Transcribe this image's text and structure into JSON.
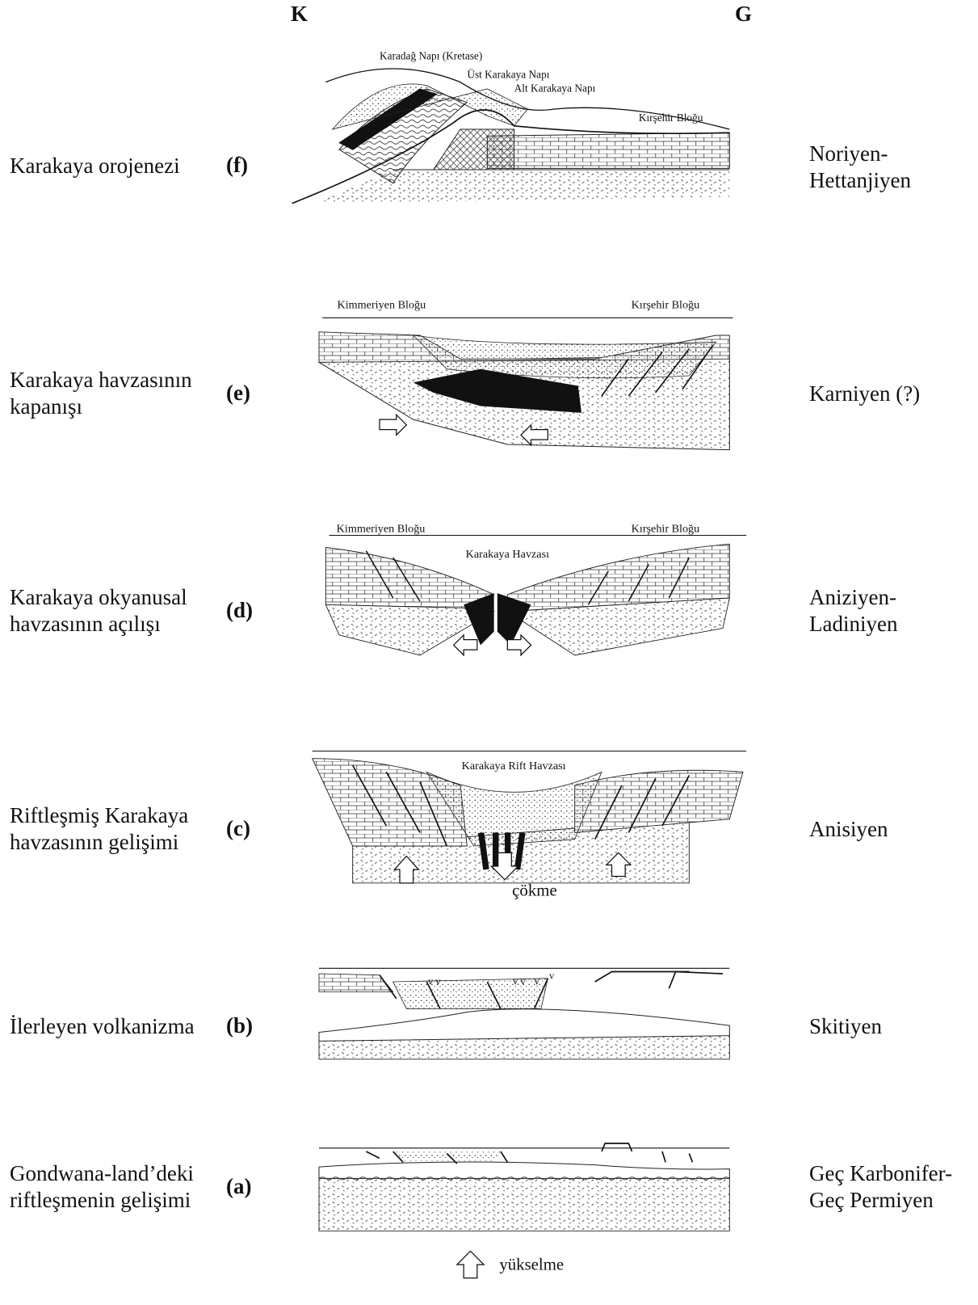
{
  "compass": {
    "north": "K",
    "south": "G"
  },
  "stages": [
    {
      "letter": "(f)",
      "label_lines": [
        "Karakaya orojenezi"
      ],
      "age_lines": [
        "Noriyen-",
        "Hettanjiyen"
      ],
      "annotations": [
        "Karadağ Napı (Kretase)",
        "Üst Karakaya Napı",
        "Alt Karakaya Napı",
        "Kırşehir Bloğu"
      ]
    },
    {
      "letter": "(e)",
      "label_lines": [
        "Karakaya havzasının",
        "kapanışı"
      ],
      "age_lines": [
        "Karniyen (?)"
      ],
      "annotations": [
        "Kimmeriyen Bloğu",
        "Kırşehir Bloğu"
      ]
    },
    {
      "letter": "(d)",
      "label_lines": [
        "Karakaya okyanusal",
        "havzasının açılışı"
      ],
      "age_lines": [
        "Aniziyen-",
        "Ladiniyen"
      ],
      "annotations": [
        "Kimmeriyen Bloğu",
        "Kırşehir Bloğu",
        "Karakaya Havzası"
      ]
    },
    {
      "letter": "(c)",
      "label_lines": [
        "Riftleşmiş Karakaya",
        "havzasının gelişimi"
      ],
      "age_lines": [
        "Anisiyen"
      ],
      "annotations": [
        "Karakaya Rift Havzası",
        "çökme"
      ]
    },
    {
      "letter": "(b)",
      "label_lines": [
        "İlerleyen volkanizma"
      ],
      "age_lines": [
        "Skitiyen"
      ],
      "annotations": [
        "v v",
        "v v",
        "v",
        "v"
      ]
    },
    {
      "letter": "(a)",
      "label_lines": [
        "Gondwana-land’deki",
        "riftleşmenin gelişimi"
      ],
      "age_lines": [
        "Geç Karbonifer-",
        "Geç Permiyen"
      ],
      "annotations": [
        "yükselme"
      ]
    }
  ]
}
